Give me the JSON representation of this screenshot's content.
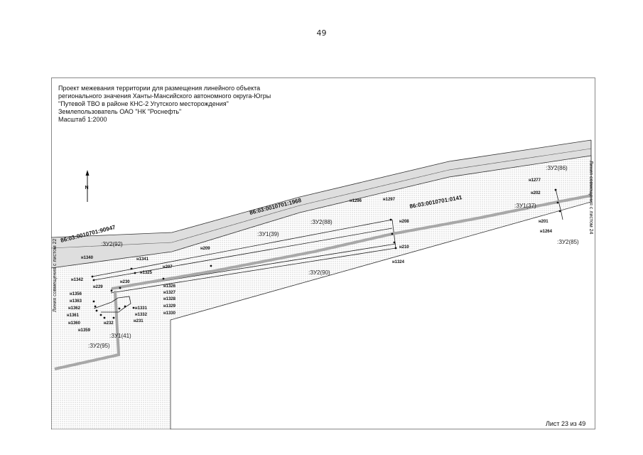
{
  "page_number": "49",
  "title_lines": [
    "Проект межевания территории для размещения линейного объекта",
    "регионального значения Ханты-Мансийского автономного округа-Югры",
    "\"Путевой ТВО в районе КНС-2 Угутского месторождения\"",
    "Землепользователь ОАО \"НК \"Роснефть\"",
    "Масштаб 1:2000"
  ],
  "north_label": "N",
  "side_left": "Линия совмещения с листом 22",
  "side_right": "Линия совмещения с листом 24",
  "sheet_label": "Лист 23 из 49",
  "cadastral": [
    "86:03:0010701:90947",
    "86:03:0010701:1968",
    "86:03:0010701:0141"
  ],
  "parcels": [
    ":ЗУ2(92)",
    ":ЗУ1(39)",
    ":ЗУ2(88)",
    ":ЗУ2(90)",
    ":ЗУ1(37)",
    ":ЗУ2(86)",
    ":ЗУ2(85)",
    ":ЗУ1(41)",
    ":ЗУ2(95)"
  ],
  "points": [
    "н1340",
    "н1341",
    "н1342",
    "н1325",
    "н207",
    "н209",
    "н229",
    "н230",
    "н1356",
    "н1363",
    "н1362",
    "н1361",
    "н1360",
    "н1359",
    "н232",
    "н231",
    "н1331",
    "н1332",
    "н1326",
    "н1327",
    "н1328",
    "н1329",
    "н1330",
    "н1296",
    "н1297",
    "н208",
    "н210",
    "н1324",
    "н1277",
    "н202",
    "н201",
    "н1264"
  ]
}
